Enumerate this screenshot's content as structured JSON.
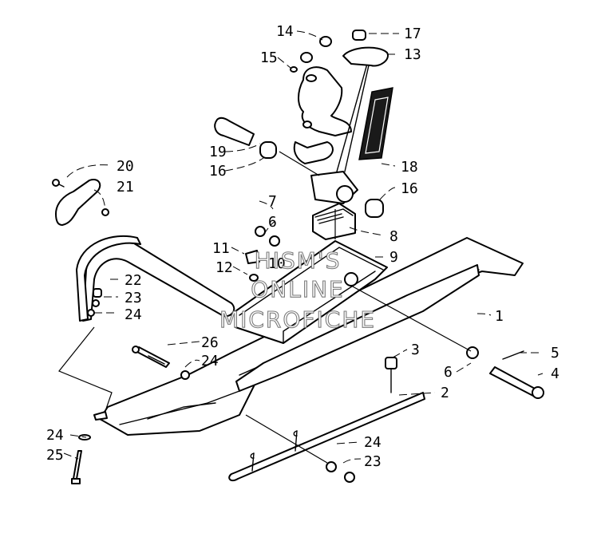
{
  "callouts": {
    "c14": "14",
    "c17": "17",
    "c15": "15",
    "c13": "13",
    "c19": "19",
    "c16a": "16",
    "c18": "18",
    "c20": "20",
    "c21": "21",
    "c16b": "16",
    "c7": "7",
    "c6a": "6",
    "c8": "8",
    "c11": "11",
    "c9": "9",
    "c10": "10",
    "c12": "12",
    "c22": "22",
    "c23a": "23",
    "c24a": "24",
    "c1": "1",
    "c26": "26",
    "c24b": "24",
    "c3": "3",
    "c5": "5",
    "c6b": "6",
    "c4": "4",
    "c2": "2",
    "c24c": "24",
    "c25": "25",
    "c24d": "24",
    "c23b": "23"
  },
  "watermark": {
    "line1": "HISM'S",
    "line2": "ONLINE",
    "line3": "MICROFICHE"
  },
  "colors": {
    "ink": "#000000",
    "paper": "#ffffff",
    "watermark_outline": "#7a7a7a"
  }
}
